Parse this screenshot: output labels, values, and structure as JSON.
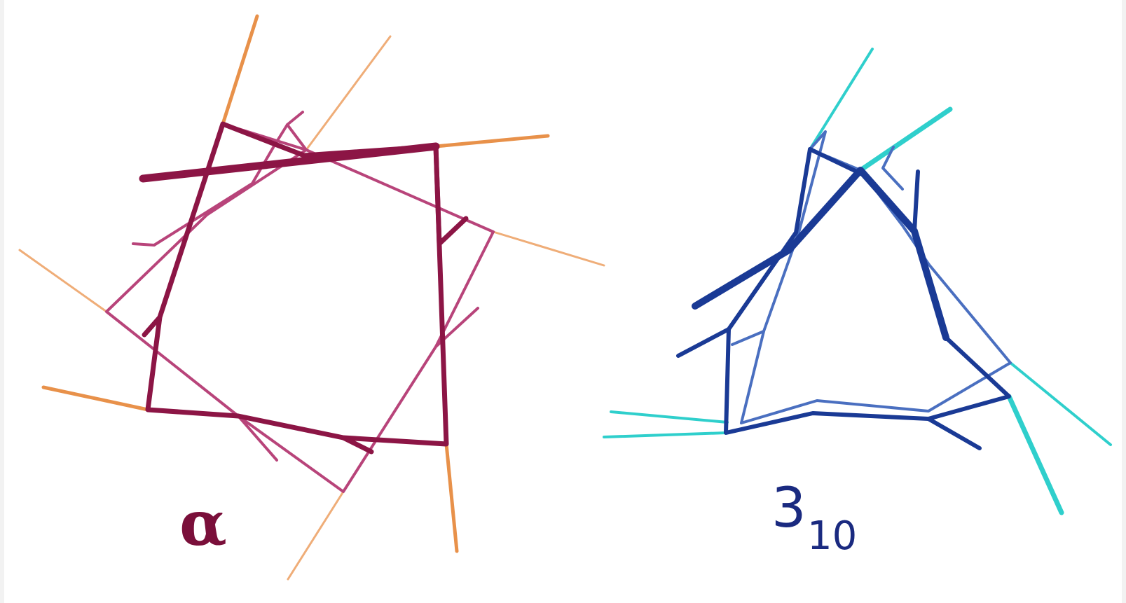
{
  "alpha_helix": {
    "label": "α",
    "colors": {
      "backbone": "#8c1545",
      "backbone_light": "#b8447a",
      "substituent": "#e8914a",
      "substituent_light": "#efad78",
      "label": "#7a0f3a"
    }
  },
  "helix_310": {
    "label_main": "3",
    "label_sub": "10",
    "colors": {
      "backbone": "#1a3a95",
      "backbone_light": "#4a6fc0",
      "substituent": "#2fcfcc",
      "label": "#1a2a80"
    }
  }
}
